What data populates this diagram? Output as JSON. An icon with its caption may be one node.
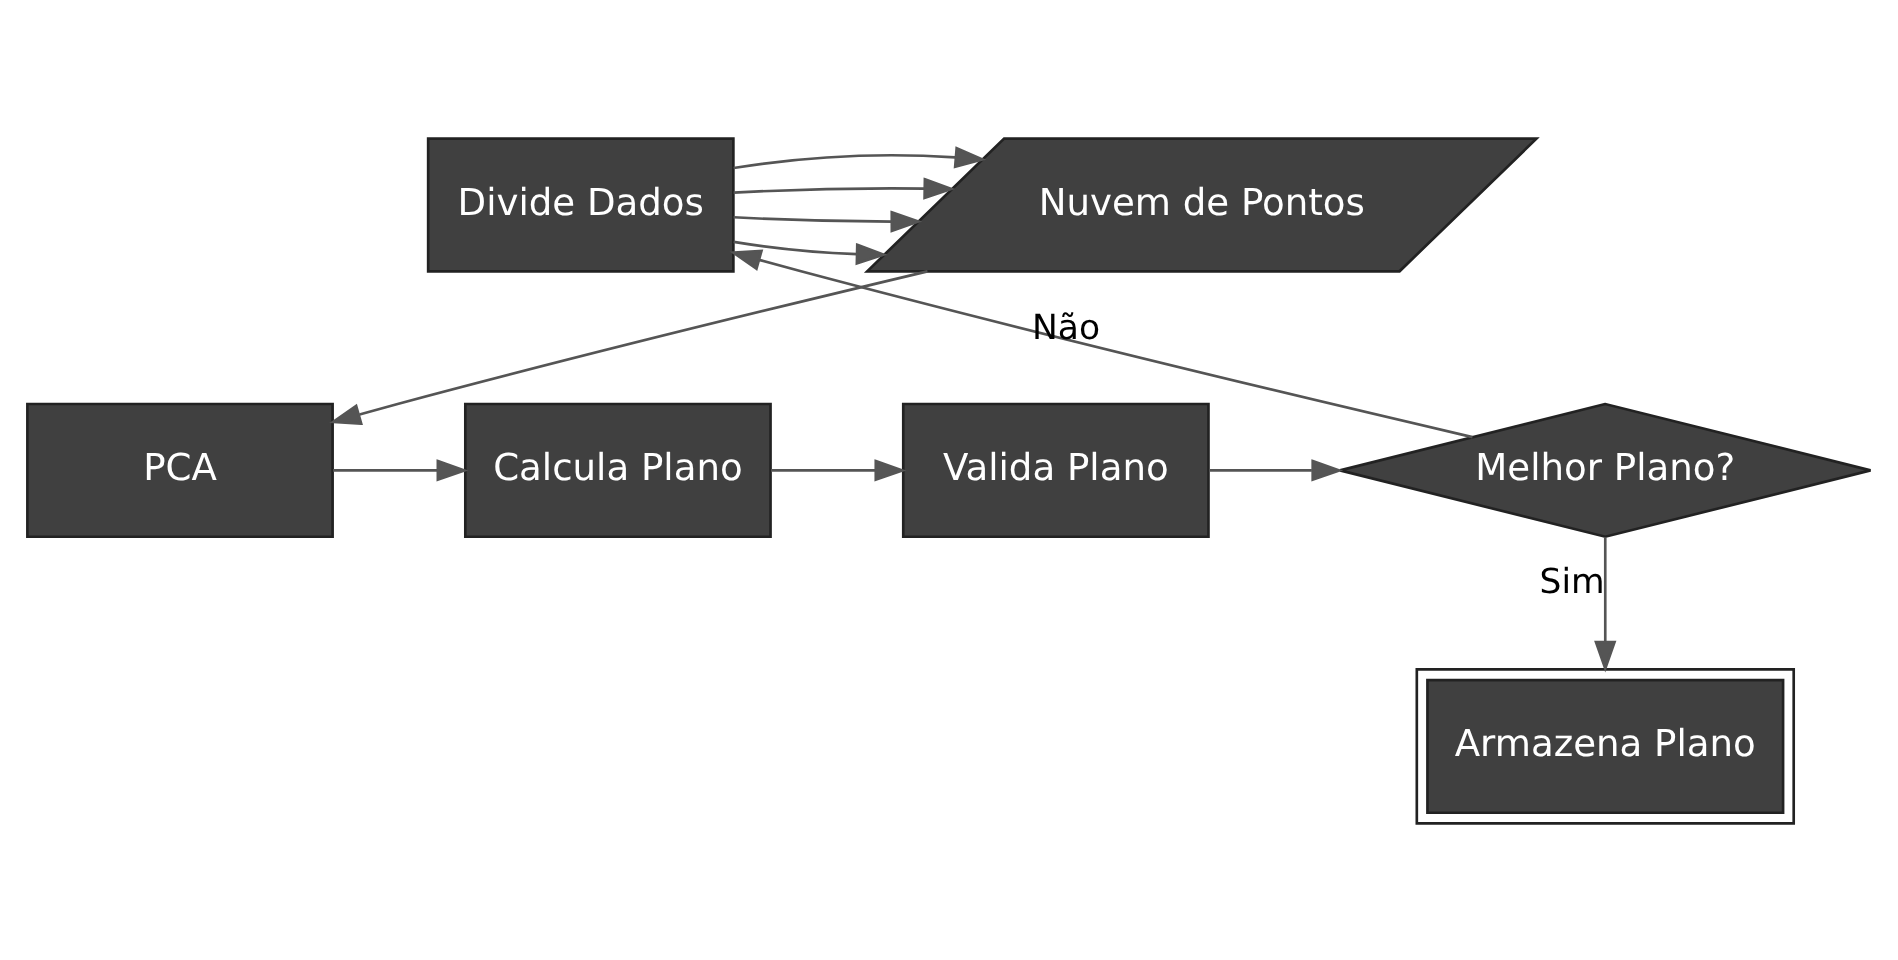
{
  "diagram": {
    "nodes": [
      {
        "text": [
          "Nuvem de Pontos"
        ]
      },
      {
        "text": [
          "PCA"
        ]
      },
      {
        "text": [
          "Calcula Plano"
        ]
      },
      {
        "text": [
          "Valida Plano"
        ]
      },
      {
        "text": [
          "Melhor Plano?"
        ]
      },
      {
        "text": [
          "Divide Dados"
        ]
      },
      {
        "text": [
          "Armazena Plano"
        ]
      }
    ],
    "edges": [
      {
        "from": 0,
        "to": 1,
        "arrow": "to"
      },
      {
        "from": 1,
        "to": 2,
        "arrow": "to"
      },
      {
        "from": 2,
        "to": 3,
        "arrow": "to"
      },
      {
        "from": 3,
        "to": 4,
        "arrow": "to"
      },
      {
        "from": 4,
        "to": 5,
        "arrow": "to",
        "label": "Não"
      },
      {
        "from": 4,
        "to": 6,
        "arrow": "to",
        "label": "Sim"
      },
      {
        "from": 5,
        "to": 0,
        "arrow": "to"
      },
      {
        "from": 5,
        "to": 0,
        "arrow": "to"
      },
      {
        "from": 5,
        "to": 0,
        "arrow": "to"
      },
      {
        "from": 5,
        "to": 0,
        "arrow": "to"
      }
    ]
  }
}
